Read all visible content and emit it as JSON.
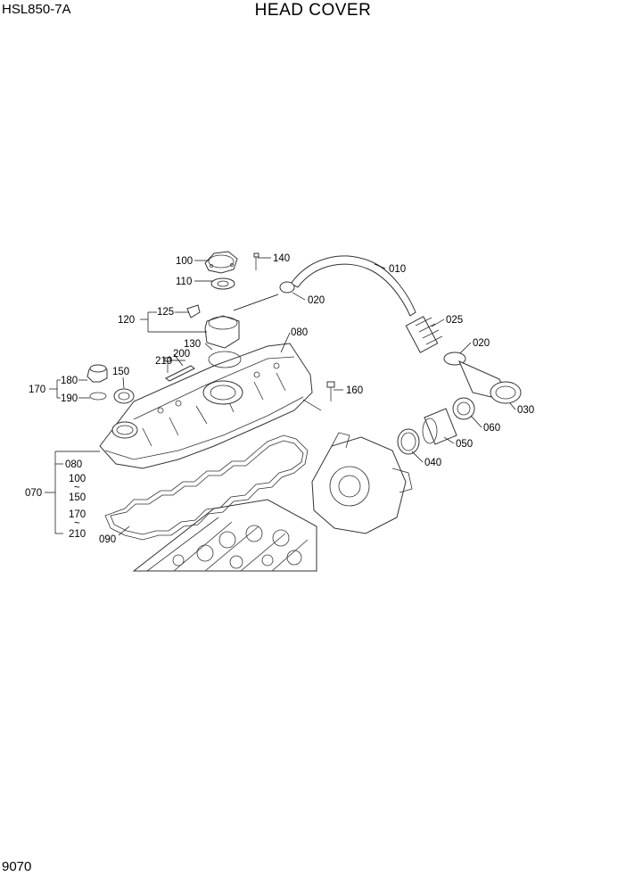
{
  "header": {
    "model": "HSL850-7A",
    "title": "HEAD COVER"
  },
  "footer": {
    "page_number": "9070"
  },
  "callouts": {
    "c010": "010",
    "c020a": "020",
    "c020b": "020",
    "c025": "025",
    "c030": "030",
    "c040": "040",
    "c050": "050",
    "c060": "060",
    "c070": "070",
    "c080": "080",
    "c090": "090",
    "c100": "100",
    "c110": "110",
    "c120": "120",
    "c125": "125",
    "c130": "130",
    "c140": "140",
    "c150": "150",
    "c160": "160",
    "c170": "170",
    "c180": "180",
    "c190": "190",
    "c200": "200",
    "c210": "210"
  },
  "kit_070": {
    "items": [
      "080",
      "100",
      "150",
      "170",
      "210"
    ],
    "range_marker": "~"
  }
}
